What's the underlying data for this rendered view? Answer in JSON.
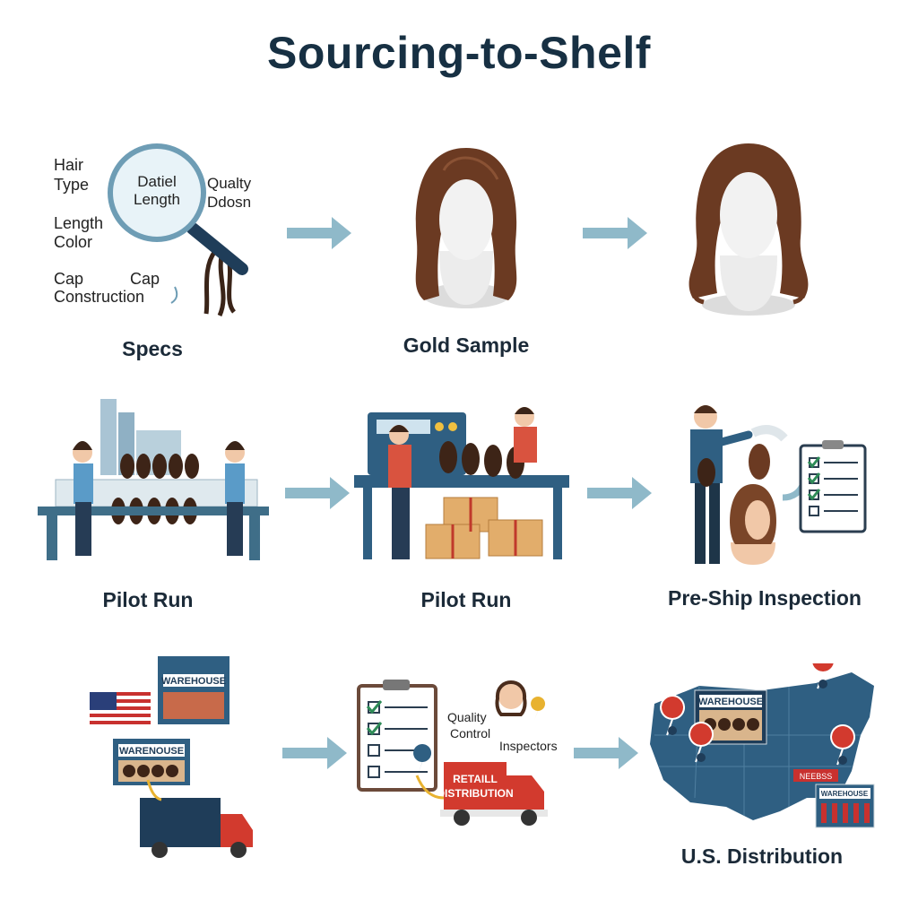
{
  "title": "Sourcing-to-Shelf",
  "steps": [
    {
      "label": "Specs"
    },
    {
      "label": "Gold Sample"
    },
    {
      "label": ""
    },
    {
      "label": "Pilot Run"
    },
    {
      "label": "Pilot Run"
    },
    {
      "label": "Pre-Ship Inspection"
    },
    {
      "label": ""
    },
    {
      "label": ""
    },
    {
      "label": "U.S. Distribution"
    }
  ],
  "specs": {
    "lens_text_1": "Datiel",
    "lens_text_2": "Length",
    "hair_type_1": "Hair",
    "hair_type_2": "Type",
    "length_color_1": "Length",
    "length_color_2": "Color",
    "quality_1": "Qualty",
    "quality_2": "Ddosn",
    "cap_1": "Cap",
    "cap_2": "Cap",
    "cap_3": "Construction"
  },
  "logistics": {
    "warehouse_top": "WAREHOUSE",
    "warehouse_mid": "WARENOUSE",
    "qc_label_1": "Quality",
    "qc_label_2": "Control",
    "inspectors": "Inspectors",
    "truck_text_1": "RETAILL",
    "truck_text_2": "DISTRIBUTION",
    "map_warehouse": "WAREHOUSE",
    "map_warehouse_2": "WAREHOUSE",
    "map_sign": "NEEBSS"
  },
  "colors": {
    "arrow": "#8fb9c9",
    "navy": "#1f3d59",
    "hair": "#6b3a22",
    "red": "#d23a2e"
  }
}
